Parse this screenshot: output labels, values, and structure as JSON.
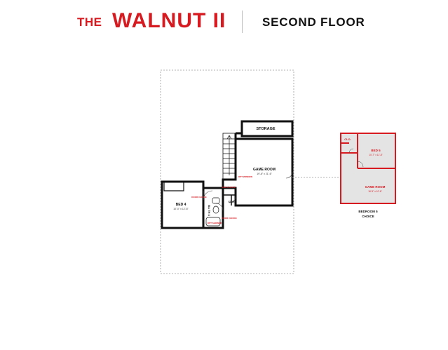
{
  "header": {
    "the": "THE",
    "name": "WALNUT II",
    "floor": "SECOND FLOOR"
  },
  "colors": {
    "brand_red": "#d71920",
    "wall": "#111111",
    "option_fill": "#e4e4e4"
  },
  "plan": {
    "storage": "STORAGE",
    "game_room": "GAME ROOM",
    "game_room_dim": "19'-6\" x 21'-6\"",
    "opt_window": "OPT WINDOW",
    "sink_choice": "SINK CHOICE",
    "bed4": "BED 4",
    "bed4_dim": "10'-0\" x 12'-8\"",
    "bath3": "BA TH 3",
    "door_choice": "DOOR CHOICE",
    "opt_shower": "OPT SHOWER",
    "stor": "STOR",
    "door_choice2": "DOOR CHOICE"
  },
  "option": {
    "clo": "CLO.",
    "bed5": "BED 5",
    "bed5_dim": "10'-7\" x 11'-8\"",
    "game_room": "GAME ROOM",
    "game_room_dim": "16'-5\" x 10'-6\"",
    "caption_line1": "BEDROOM 5",
    "caption_line2": "CHOICE"
  }
}
